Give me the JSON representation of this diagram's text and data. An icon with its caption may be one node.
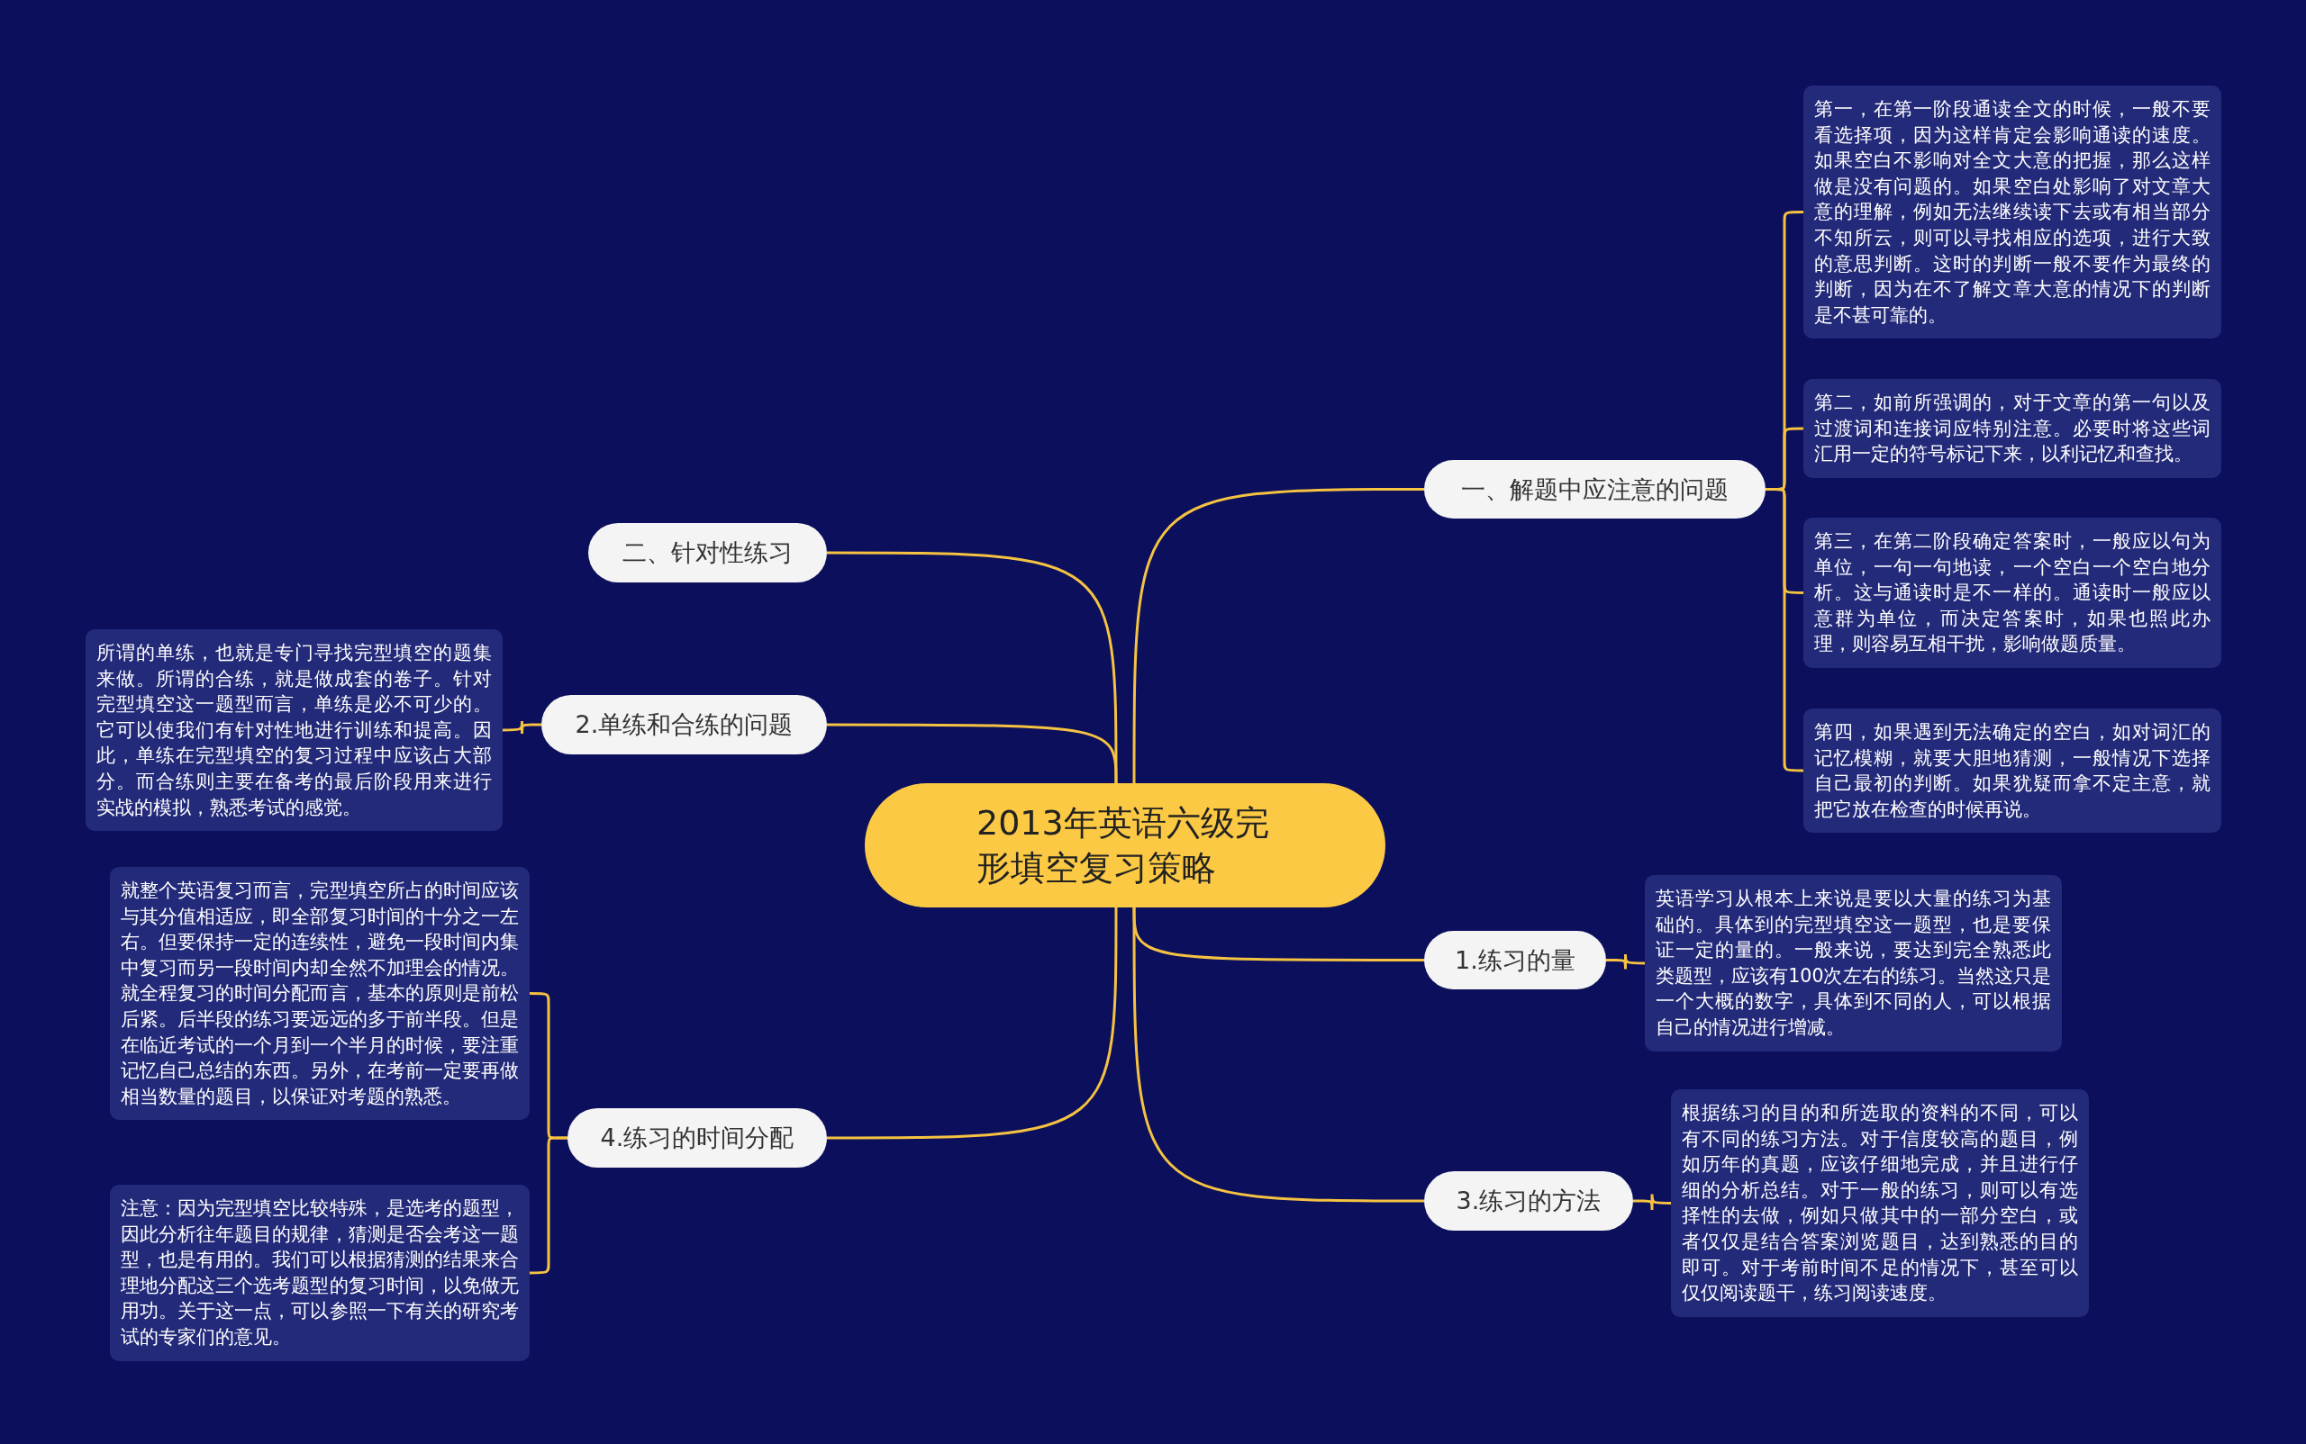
{
  "diagram": {
    "nodes": [
      {
        "text": [
          "2013年英语六级完形填空复习策略"
        ]
      },
      {
        "text": [
          "一、解题中应注意的问题"
        ]
      },
      {
        "text": [
          "第一，在第一阶段通读全文的时候，一般不要看选择项，因为这样肯定会影响通读的速度。如果空白不影响对全文大意的把握，那么这样做是没有问题的。如果空白处影响了对文章大意的理解，例如无法继续读下去或有相当部分不知所云，则可以寻找相应的选项，进行大致的意思判断。这时的判断一般不要作为最终的判断，因为在不了解文章大意的情况下的判断是不甚可靠的。"
        ]
      },
      {
        "text": [
          "第二，如前所强调的，对于文章的第一句以及过渡词和连接词应特别注意。必要时将这些词汇用一定的符号标记下来，以利记忆和查找。"
        ]
      },
      {
        "text": [
          "第三，在第二阶段确定答案时，一般应以句为单位，一句一句地读，一个空白一个空白地分析。这与通读时是不一样的。通读时一般应以意群为单位，而决定答案时，如果也照此办理，则容易互相干扰，影响做题质量。"
        ]
      },
      {
        "text": [
          "第四，如果遇到无法确定的空白，如对词汇的记忆模糊，就要大胆地猜测，一般情况下选择自己最初的判断。如果犹疑而拿不定主意，就把它放在检查的时候再说。"
        ]
      },
      {
        "text": [
          "二、针对性练习"
        ]
      },
      {
        "text": [
          "2.单练和合练的问题"
        ]
      },
      {
        "text": [
          "所谓的单练，也就是专门寻找完型填空的题集来做。所谓的合练，就是做成套的卷子。针对完型填空这一题型而言，单练是必不可少的。它可以使我们有针对性地进行训练和提高。因此，单练在完型填空的复习过程中应该占大部分。而合练则主要在备考的最后阶段用来进行实战的模拟，熟悉考试的感觉。"
        ]
      },
      {
        "text": [
          "1.练习的量"
        ]
      },
      {
        "text": [
          "英语学习从根本上来说是要以大量的练习为基础的。具体到的完型填空这一题型，也是要保证一定的量的。一般来说，要达到完全熟悉此类题型，应该有100次左右的练习。当然这只是一个大概的数字，具体到不同的人，可以根据自己的情况进行增减。"
        ]
      },
      {
        "text": [
          "3.练习的方法"
        ]
      },
      {
        "text": [
          "根据练习的目的和所选取的资料的不同，可以有不同的练习方法。对于信度较高的题目，例如历年的真题，应该仔细地完成，并且进行仔细的分析总结。对于一般的练习，则可以有选择性的去做，例如只做其中的一部分空白，或者仅仅是结合答案浏览题目，达到熟悉的目的即可。对于考前时间不足的情况下，甚至可以仅仅阅读题干，练习阅读速度。"
        ]
      },
      {
        "text": [
          "4.练习的时间分配"
        ]
      },
      {
        "text": [
          "就整个英语复习而言，完型填空所占的时间应该与其分值相适应，即全部复习时间的十分之一左右。但要保持一定的连续性，避免一段时间内集中复习而另一段时间内却全然不加理会的情况。就全程复习的时间分配而言，基本的原则是前松后紧。后半段的练习要远远的多于前半段。但是在临近考试的一个月到一个半月的时候，要注重记忆自己总结的东西。另外，在考前一定要再做相当数量的题目，以保证对考题的熟悉。"
        ]
      },
      {
        "text": [
          "注意：因为完型填空比较特殊，是选考的题型，因此分析往年题目的规律，猜测是否会考这一题型，也是有用的。我们可以根据猜测的结果来合理地分配这三个选考题型的复习时间，以免做无用功。关于这一点，可以参照一下有关的研究考试的专家们的意见。"
        ]
      }
    ],
    "edges": [
      {
        "from": 0,
        "to": 1,
        "arrow": "none"
      },
      {
        "from": 1,
        "to": 2,
        "arrow": "none"
      },
      {
        "from": 1,
        "to": 3,
        "arrow": "none"
      },
      {
        "from": 1,
        "to": 4,
        "arrow": "none"
      },
      {
        "from": 1,
        "to": 5,
        "arrow": "none"
      },
      {
        "from": 0,
        "to": 6,
        "arrow": "none"
      },
      {
        "from": 0,
        "to": 7,
        "arrow": "none"
      },
      {
        "from": 7,
        "to": 8,
        "arrow": "none"
      },
      {
        "from": 0,
        "to": 9,
        "arrow": "none"
      },
      {
        "from": 9,
        "to": 10,
        "arrow": "none"
      },
      {
        "from": 0,
        "to": 11,
        "arrow": "none"
      },
      {
        "from": 11,
        "to": 12,
        "arrow": "none"
      },
      {
        "from": 0,
        "to": 13,
        "arrow": "none"
      },
      {
        "from": 13,
        "to": 14,
        "arrow": "none"
      },
      {
        "from": 13,
        "to": 15,
        "arrow": "none"
      }
    ]
  }
}
